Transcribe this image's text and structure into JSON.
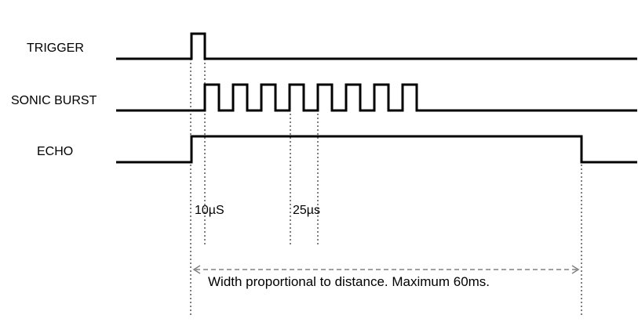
{
  "signals": [
    {
      "label": "TRIGGER"
    },
    {
      "label": "SONIC BURST"
    },
    {
      "label": "ECHO"
    }
  ],
  "annotations": {
    "trigger_width": "10µS",
    "burst_period": "25µs",
    "echo_width": "Width proportional to distance. Maximum 60ms."
  }
}
